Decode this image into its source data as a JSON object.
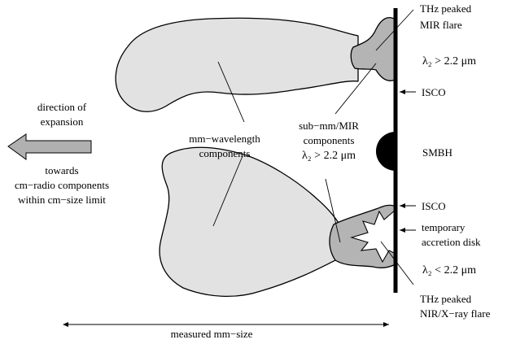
{
  "labels": {
    "thz_mir_1": "THz peaked",
    "thz_mir_2": "MIR flare",
    "lambda_upper": "λ₂ > 2.2 μm",
    "isco_upper": "ISCO",
    "smbh": "SMBH",
    "isco_lower": "ISCO",
    "temp_disk_1": "temporary",
    "temp_disk_2": "accretion disk",
    "lambda_lower": "λ₂ < 2.2 μm",
    "thz_nir_1": "THz peaked",
    "thz_nir_2": "NIR/X−ray flare",
    "direction_1": "direction of",
    "direction_2": "expansion",
    "towards_1": "towards",
    "towards_2": "cm−radio components",
    "towards_3": "within cm−size limit",
    "mm_comp_1": "mm−wavelength",
    "mm_comp_2": "components",
    "submm_1": "sub−mm/MIR",
    "submm_2": "components",
    "submm_3": "λ₂ > 2.2 μm",
    "measured": "measured mm−size"
  },
  "colors": {
    "blob_fill": "#e2e2e2",
    "component_fill": "#b4b4b4",
    "arrow_fill": "#b0b0b0",
    "smbh_fill": "#000000"
  },
  "icons": {
    "expansion_arrow": "left-block-arrow",
    "flare_burst": "star-burst"
  }
}
